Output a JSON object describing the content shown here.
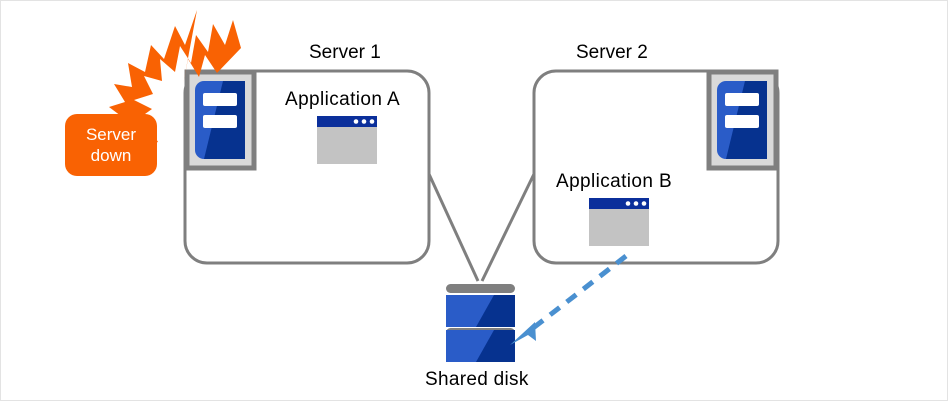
{
  "diagram": {
    "title_server1": "Server 1",
    "title_server2": "Server 2",
    "app_a": "Application  A",
    "app_b": "Application  B",
    "shared_disk": "Shared disk",
    "alert_line1": "Server",
    "alert_line2": "down",
    "colors": {
      "alert_orange": "#f96203",
      "box_border_gray": "#7f7f7f",
      "icon_frame_gray": "#7f7f7f",
      "icon_bg_gray": "#d9d9d9",
      "server_blue_light": "#2a5cc8",
      "server_blue_dark": "#06328f",
      "window_titlebar_blue": "#0b2f9b",
      "window_body_gray": "#c3c3c3",
      "disk_bar_gray": "#7f7f7f",
      "arrow_blue": "#4a90d0",
      "text_black": "#000000",
      "text_white": "#ffffff"
    }
  }
}
